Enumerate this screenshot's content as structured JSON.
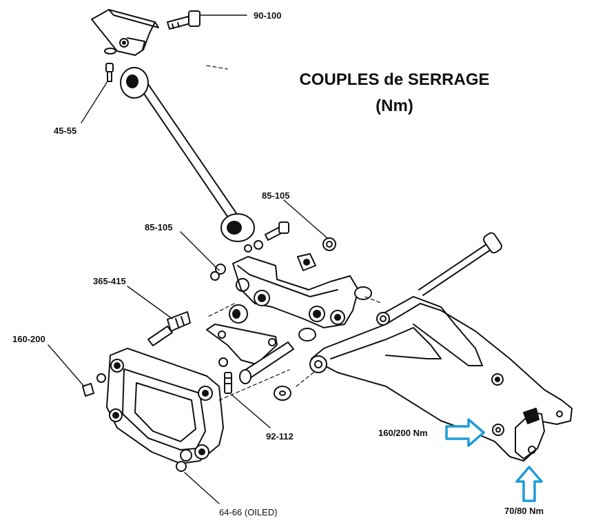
{
  "title": {
    "line1": "COUPLES de SERRAGE",
    "line2": "(Nm)"
  },
  "labels": {
    "t90_100": "90-100",
    "t45_55": "45-55",
    "t85_105_right": "85-105",
    "t85_105_left": "85-105",
    "t365_415": "365-415",
    "t160_200": "160-200",
    "t92_112": "92-112",
    "t64_66": "64-66 (OILED)",
    "t160_200_nm": "160/200 Nm",
    "t70_80_nm": "70/80 Nm"
  },
  "colors": {
    "line": "#111111",
    "arrow": "#1e9bd7"
  }
}
